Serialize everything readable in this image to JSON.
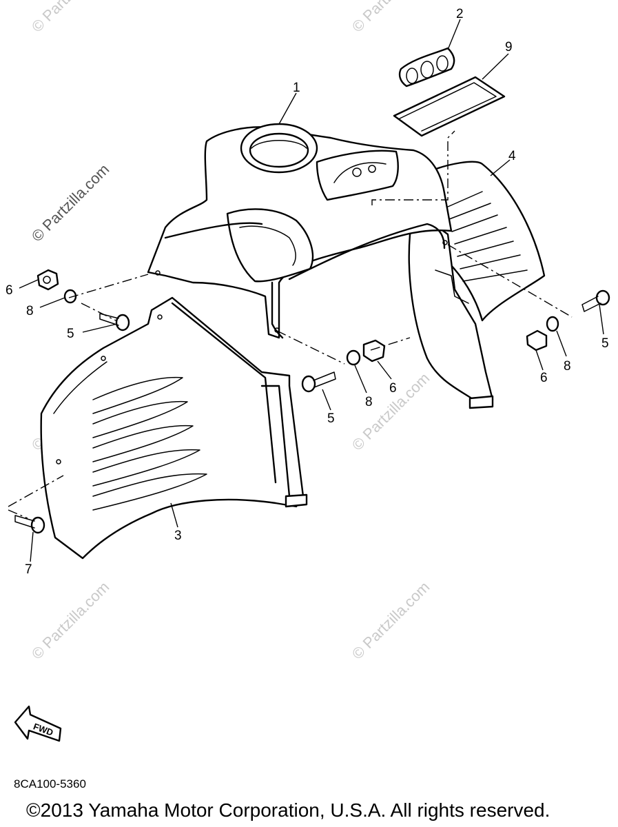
{
  "diagram": {
    "callouts": {
      "c1": "1",
      "c2": "2",
      "c3": "3",
      "c4": "4",
      "c5a": "5",
      "c5b": "5",
      "c5c": "5",
      "c6a": "6",
      "c6b": "6",
      "c6c": "6",
      "c7": "7",
      "c8a": "8",
      "c8b": "8",
      "c8c": "8",
      "c9": "9"
    },
    "watermark": "© Partzilla.com",
    "fwd_label": "FWD"
  },
  "footer": {
    "diagram_code": "8CA100-5360",
    "copyright": "©2013  Yamaha Motor Corporation, U.S.A. All rights reserved."
  }
}
